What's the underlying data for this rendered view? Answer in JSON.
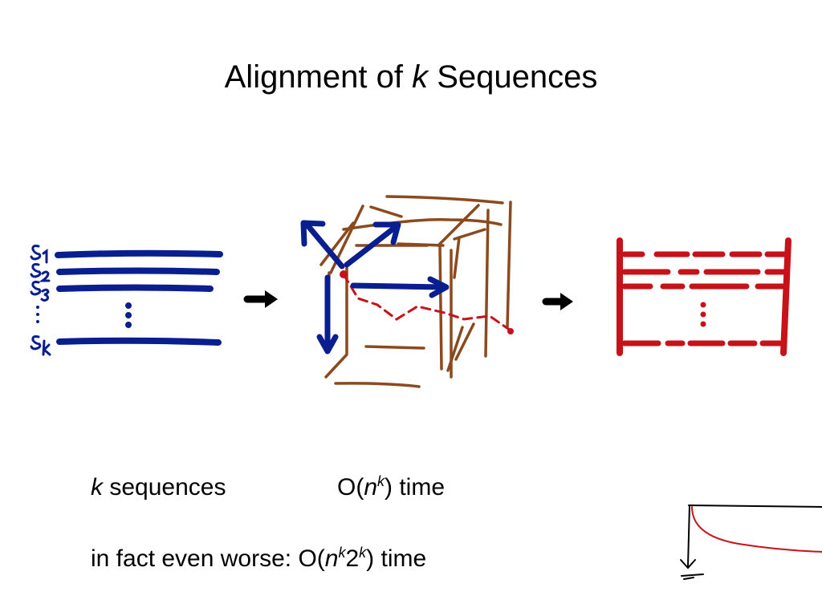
{
  "title": {
    "prefix": "Alignment of ",
    "var": "k",
    "suffix": " Sequences"
  },
  "diagram": {
    "sequence_labels": [
      "s1",
      "s2",
      "s3",
      "sk"
    ],
    "colors": {
      "sequences": "#0a1f8f",
      "cube": "#8b4a1e",
      "alignment": "#c8121a",
      "arrows": "#000000"
    }
  },
  "text": {
    "line1": {
      "var": "k",
      "label": " sequences",
      "complexity_prefix": "O(",
      "complexity_var": "n",
      "complexity_exp": "k",
      "complexity_suffix": ") time"
    },
    "line2": {
      "prefix": "in fact even worse: O(",
      "var": "n",
      "exp1": "k",
      "mid": "2",
      "exp2": "k",
      "suffix": ") time"
    }
  }
}
